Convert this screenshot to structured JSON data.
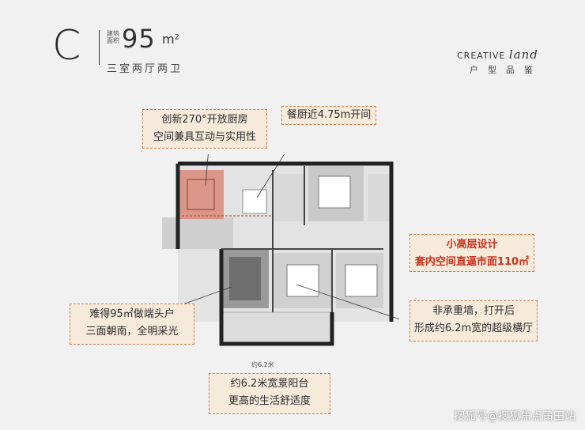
{
  "header": {
    "type_letter": "C",
    "area_label": "建筑面积",
    "area_value": "95",
    "area_unit": "m²",
    "rooms": "三室两厅两卫",
    "brand": "CREATIVE",
    "brand_script": "land",
    "brand_sub": "户型品鉴"
  },
  "callouts": {
    "kitchen_line1": "创新270°开放厨房",
    "kitchen_line2": "空间兼具互动与实用性",
    "dining": "餐厨近4.75m开间",
    "highrise_line1": "小高层设计",
    "highrise_line2": "套内空间直逼市面110㎡",
    "endunit_line1": "难得95㎡做端头户",
    "endunit_line2": "三面朝南，全明采光",
    "hall_line1": "非承重墙，打开后",
    "hall_line2": "形成约6.2m宽的超级横厅",
    "balcony_line1": "约6.2米宽景阳台",
    "balcony_line2": "更高的生活舒适度"
  },
  "plan": {
    "dimension_label": "约6.2米"
  },
  "watermark": "搜狐号@搜狐焦点莆田站",
  "colors": {
    "accent": "#c9301e",
    "callout_bg": "#f6eadb",
    "callout_border": "#c97f4f",
    "kitchen_highlight": "#d98a7a"
  }
}
